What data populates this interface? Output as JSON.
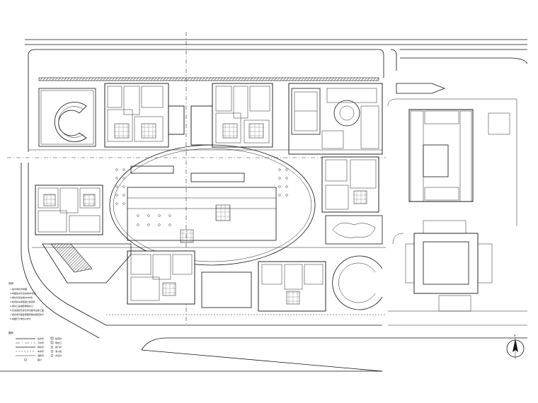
{
  "drawing": {
    "legend_notes_heading": "说明",
    "legend_symbols_heading": "图例",
    "notes": [
      "1.给水排水管线图",
      "2.本图给水管道采用PE管道",
      "3.排水管道采用HDPE管",
      "4.检查井采用混凝土检查井",
      "5.雨水口采用砖砌雨水口",
      "6.管道坐标及标高详见各专业施工图",
      "7.其余未尽事宜按国家相关规范执行",
      "8.本图尺寸单位以米计"
    ],
    "symbols_left": [
      {
        "name": "给水管"
      },
      {
        "name": "污水管"
      },
      {
        "name": "雨水管"
      },
      {
        "name": "中水管"
      },
      {
        "name": "消防管"
      },
      {
        "name": "路灯"
      }
    ],
    "symbols_right": [
      {
        "name": "检查井"
      },
      {
        "name": "雨水口"
      },
      {
        "name": "阀门井"
      },
      {
        "name": "消火栓"
      },
      {
        "name": "水表井"
      }
    ],
    "north_arrow": "N"
  }
}
